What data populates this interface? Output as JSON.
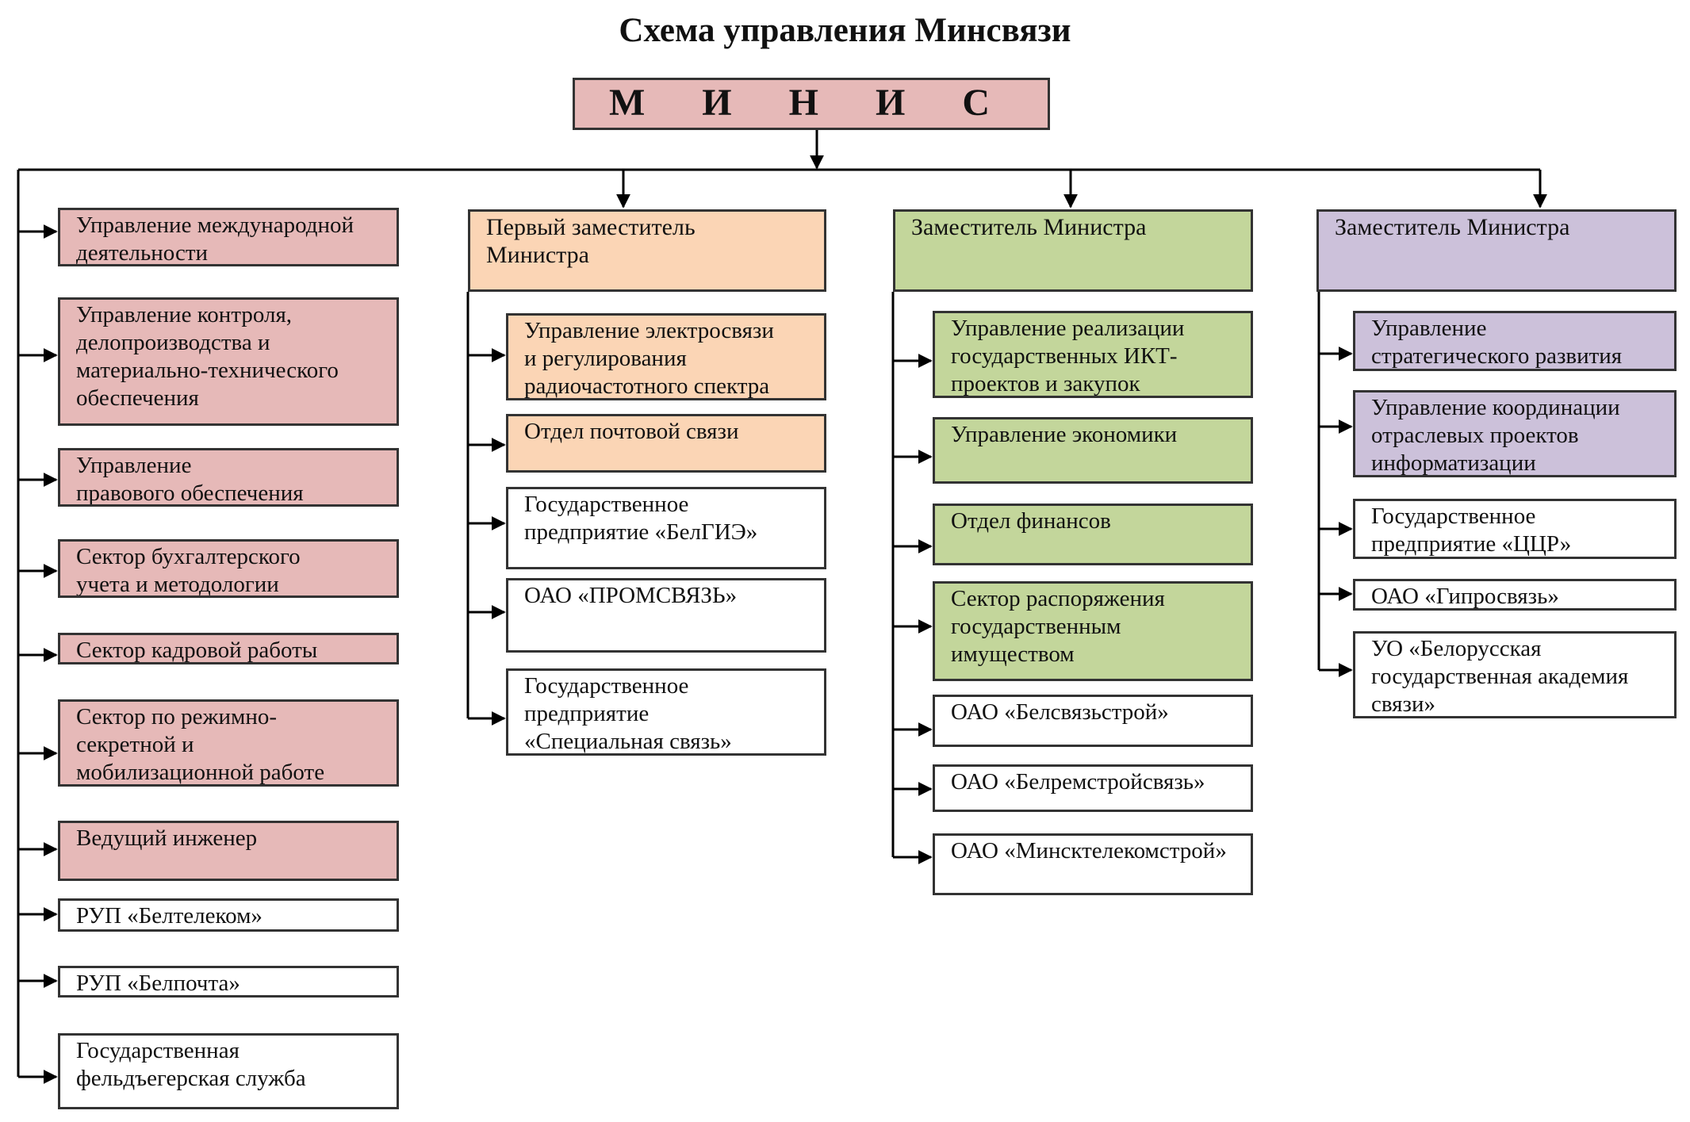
{
  "title": "Схема управления Минсвязи",
  "colors": {
    "pink": "#e6b9b8",
    "peach": "#fbd5b5",
    "green": "#c3d69b",
    "lavender": "#ccc1da",
    "white": "#ffffff",
    "line": "#000000"
  },
  "minister": "М И Н И С Т Р",
  "col1": {
    "items": [
      "Управление международной\nдеятельности",
      "Управление контроля,\nделопроизводства и\nматериально-технического\nобеспечения",
      " Управление\nправового обеспечения",
      "Сектор бухгалтерского\nучета и методологии",
      "Сектор кадровой работы",
      "Сектор по режимно-\nсекретной и\nмобилизационной работе",
      "Ведущий инженер",
      "РУП «Белтелеком»",
      "РУП «Белпочта»",
      "Государственная\nфельдъегерская служба"
    ]
  },
  "col2": {
    "head": "Первый заместитель\nМинистра",
    "items": [
      "Управление электросвязи\nи регулирования\nрадиочастотного спектра",
      "Отдел почтовой связи",
      "Государственное\nпредприятие «БелГИЭ»",
      "ОАО «ПРОМСВЯЗЬ»",
      "Государственное\nпредприятие\n«Специальная связь»"
    ]
  },
  "col3": {
    "head": "Заместитель Министра",
    "items": [
      "Управление  реализации\nгосударственных   ИКТ-\nпроектов и закупок",
      "Управление экономики",
      "Отдел финансов",
      "Сектор распоряжения\nгосударственным\nимуществом",
      "ОАО «Белсвязьстрой»",
      "ОАО «Белремстройсвязь»",
      "ОАО «Минсктелекомстрой»"
    ]
  },
  "col4": {
    "head": "Заместитель Министра",
    "items": [
      "Управление\nстратегического развития",
      "Управление координации\nотраслевых проектов\nинформатизации",
      "Государственное\nпредприятие «ЦЦР»",
      "ОАО «Гипросвязь»",
      "УО «Белорусская\nгосударственная академия\nсвязи»"
    ]
  }
}
